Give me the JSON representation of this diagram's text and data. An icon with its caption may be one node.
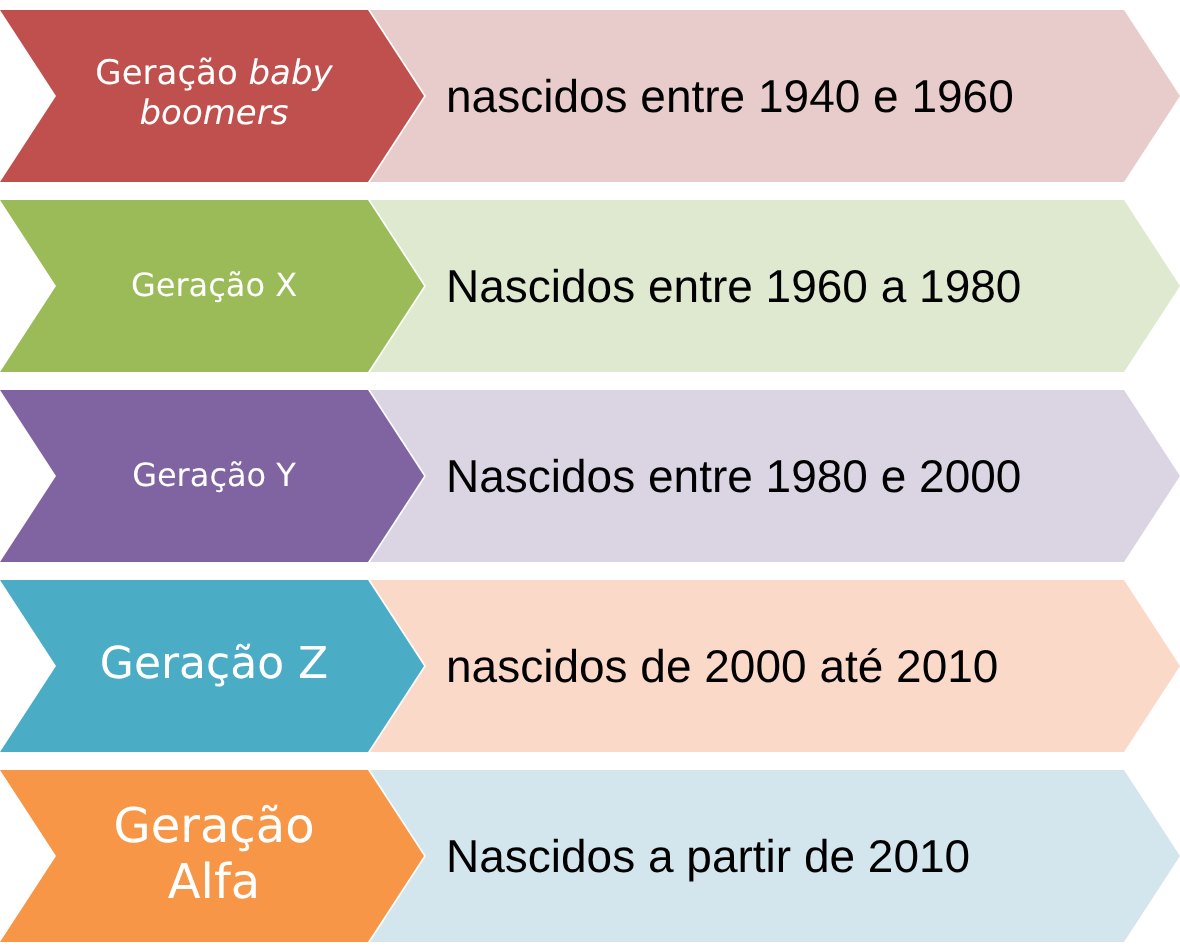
{
  "diagram": {
    "nodes": [
      {
        "text": [
          "Geração *baby boomers*"
        ]
      },
      {
        "text": [
          "nascidos entre 1940 e 1960"
        ]
      },
      {
        "text": [
          "Geração X"
        ]
      },
      {
        "text": [
          "Nascidos entre 1960 a 1980"
        ]
      },
      {
        "text": [
          "Geração Y"
        ]
      },
      {
        "text": [
          "Nascidos entre 1980 e 2000"
        ]
      },
      {
        "text": [
          "Geração Z"
        ]
      },
      {
        "text": [
          "nascidos de 2000 até 2010"
        ]
      },
      {
        "text": [
          "Geração Alfa"
        ]
      },
      {
        "text": [
          "Nascidos a partir de 2010"
        ]
      }
    ]
  }
}
